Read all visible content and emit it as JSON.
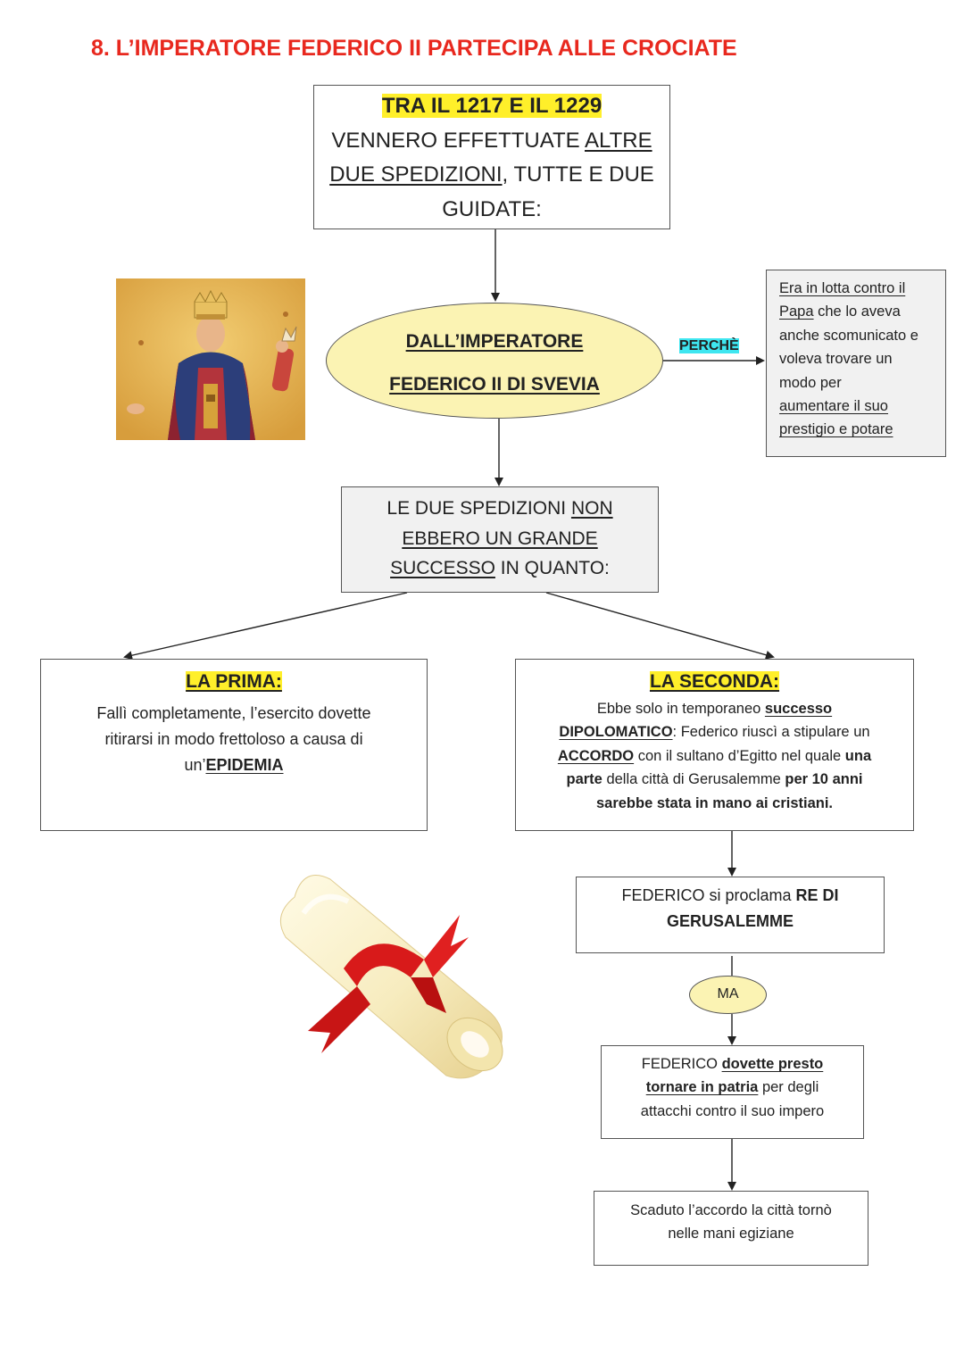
{
  "title": "8. L’IMPERATORE FEDERICO II PARTECIPA ALLE CROCIATE",
  "top_box": {
    "highlight": "TRA IL 1217 E IL 1229",
    "line2_pre": "VENNERO EFFETTUATE ",
    "line2_u": "ALTRE",
    "line3_u": "DUE SPEDIZIONI",
    "line3_post": ", TUTTE E DUE",
    "line4": "GUIDATE:"
  },
  "federico": {
    "line1": "DALL’IMPERATORE",
    "line2": "FEDERICO II DI SVEVIA"
  },
  "perche_label": "PERCHÈ",
  "perche_box": {
    "u1": "Era in lotta contro il",
    "u2": "Papa",
    "t2": " che lo aveva",
    "t3": "anche scomunicato e",
    "t4": "voleva trovare un",
    "t5": "modo per",
    "u6": "aumentare il suo",
    "u7": "prestigio e potare"
  },
  "success_box": {
    "pre": "LE DUE SPEDIZIONI ",
    "u1": "NON",
    "u2": "EBBERO UN GRANDE",
    "u3": "SUCCESSO",
    "post": " IN QUANTO:"
  },
  "prima": {
    "head": "LA PRIMA:",
    "l1": "Fallì completamente, l’esercito dovette",
    "l2": "ritirarsi in modo frettoloso a causa di",
    "l3_pre": "un’",
    "l3_b": "EPIDEMIA"
  },
  "seconda": {
    "head": "LA SECONDA:",
    "l1_pre": "Ebbe solo in temporaneo ",
    "l1_b": "successo",
    "l2_b": "DIPOLOMATICO",
    "l2_post": ": Federico riuscì a stipulare un",
    "l3_b": "ACCORDO",
    "l3_mid": " con il sultano d’Egitto nel quale ",
    "l3_b2": "una",
    "l4_b": "parte",
    "l4_mid": " della città di Gerusalemme ",
    "l4_b2": "per 10 anni",
    "l5_b": "sarebbe stata in mano ai cristiani."
  },
  "re_box": {
    "pre": "FEDERICO si proclama ",
    "b1": "RE DI",
    "b2": "GERUSALEMME"
  },
  "ma": "MA",
  "patria_box": {
    "pre": "FEDERICO ",
    "u1": "dovette presto",
    "u2": "tornare in patria",
    "post": " per degli",
    "l3": "attacchi contro il suo impero"
  },
  "scaduto_box": {
    "l1": "Scaduto l’accordo la città tornò",
    "l2": "nelle mani egiziane"
  },
  "colors": {
    "title": "#e8281e",
    "highlight_yellow": "#ffef2a",
    "highlight_cyan": "#3ee6f0",
    "ellipse_fill": "#fbf3b3",
    "gray_box": "#f1f1f1"
  },
  "images": [
    "portrait-federico-ii",
    "scroll-with-ribbon"
  ]
}
